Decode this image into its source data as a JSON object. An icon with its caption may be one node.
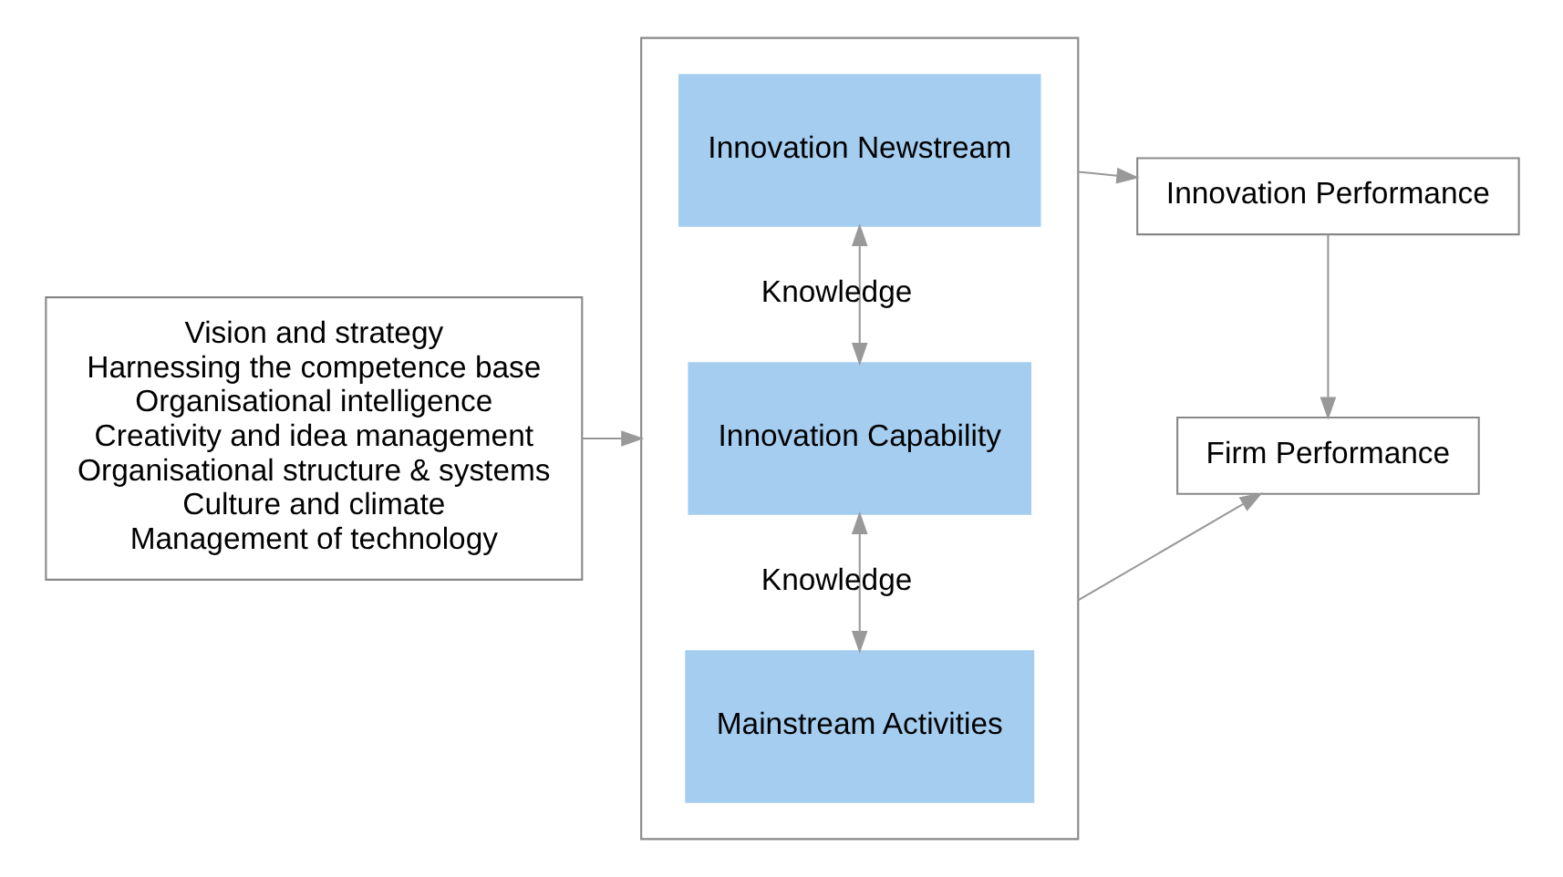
{
  "diagram": {
    "nodes": [
      {
        "text": [
          "Vision and strategy",
          "Harnessing the competence base",
          "Organisational intelligence",
          "Creativity and idea management",
          "Organisational structure & systems",
          "Culture and climate",
          "Management of technology"
        ]
      },
      {
        "text": [],
        "shape": "box"
      },
      {
        "text": [
          "Innovation Newstream"
        ],
        "in": 1
      },
      {
        "text": [
          "Innovation Capability"
        ],
        "in": 1
      },
      {
        "text": [
          "Mainstream Activities"
        ],
        "in": 1
      },
      {
        "text": [
          "Innovation Performance"
        ]
      },
      {
        "text": [
          "Firm Performance"
        ]
      }
    ],
    "edges": [
      {
        "from": 0,
        "to": 1,
        "arrow": "to"
      },
      {
        "from": 2,
        "to": 3,
        "arrow": "both",
        "label": "Knowledge"
      },
      {
        "from": 3,
        "to": 4,
        "arrow": "both",
        "label": "Knowledge"
      },
      {
        "from": 1,
        "to": 5,
        "arrow": "to"
      },
      {
        "from": 1,
        "to": 6,
        "arrow": "to"
      },
      {
        "from": 5,
        "to": 6,
        "arrow": "to"
      }
    ]
  }
}
